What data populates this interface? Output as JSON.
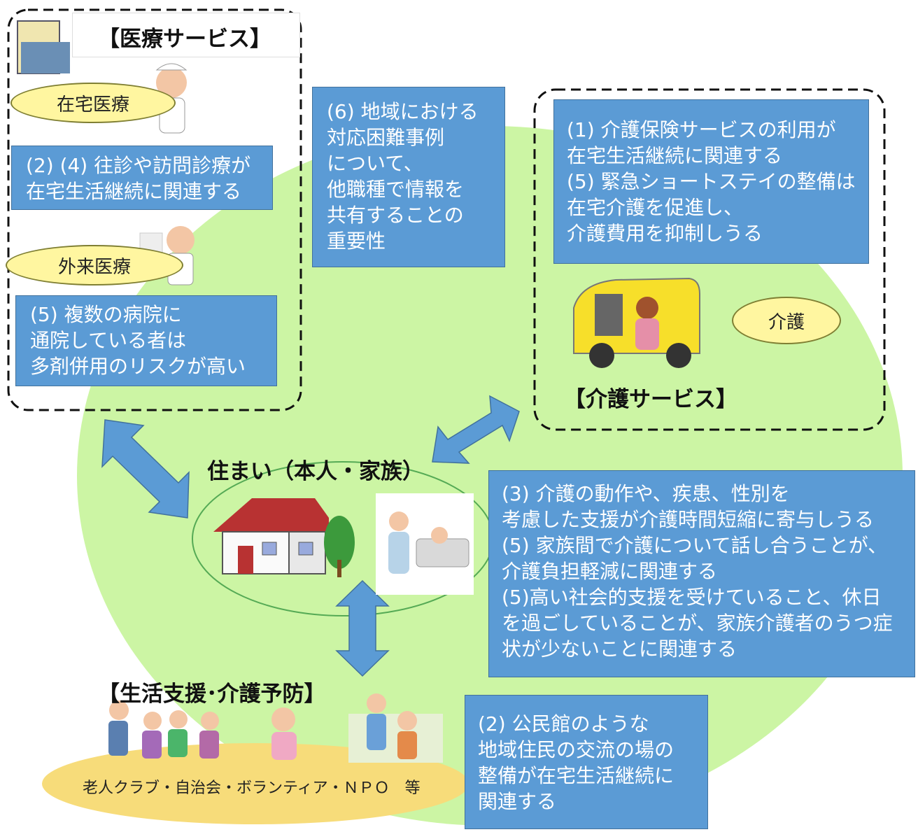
{
  "medical": {
    "title": "【医療サービス】",
    "home_care_label": "在宅医療",
    "outpatient_label": "外来医療",
    "box_home_visit": [
      "(2) (4) 往診や訪問診療が",
      "在宅生活継続に関連する"
    ],
    "box_multi_hospital": [
      "(5) 複数の病院に",
      "通院している者は",
      "多剤併用のリスクが高い"
    ]
  },
  "center_box": [
    "(6) 地域における",
    "対応困難事例",
    "について、",
    "他職種で情報を",
    "共有することの",
    "重要性"
  ],
  "care": {
    "title": "【介護サービス】",
    "care_label": "介護",
    "box": [
      "(1) 介護保険サービスの利用が",
      "在宅生活継続に関連する",
      "(5) 緊急ショートステイの整備は",
      "在宅介護を促進し、",
      "介護費用を抑制しうる"
    ]
  },
  "home": {
    "title": "住まい（本人・家族）",
    "box": [
      "(3) 介護の動作や、疾患、性別を",
      "考慮した支援が介護時間短縮に寄与しうる",
      "(5) 家族間で介護について話し合うことが、",
      "介護負担軽減に関連する",
      "(5)高い社会的支援を受けていること、休日",
      "を過ごしていることが、家族介護者のうつ症",
      "状が少ないことに関連する"
    ]
  },
  "life_support": {
    "title": "【生活支援･介護予防】",
    "groups_label": "老人クラブ・自治会・ボランティア・ＮＰＯ　等",
    "box": [
      "(2) 公民館のような",
      "地域住民の交流の場の",
      "整備が在宅生活継続に",
      "関連する"
    ]
  },
  "colors": {
    "background_circle": "#ccf5a4",
    "box_fill": "#5b9bd5",
    "label_ellipse": "#fff6a0",
    "ground_ellipse": "#f7dc7a"
  }
}
